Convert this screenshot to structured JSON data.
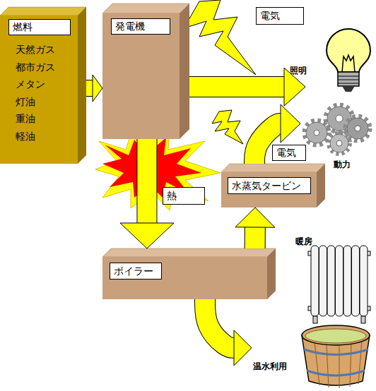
{
  "diagram": {
    "nodes": [
      {
        "text": [
          "燃料",
          "天然ガス",
          "都市ガス",
          "メタン",
          "灯油",
          "重油",
          "軽油"
        ]
      },
      {
        "text": [
          "発電機"
        ]
      },
      {
        "text": [
          "電気"
        ]
      },
      {
        "text": [
          "照明"
        ]
      },
      {
        "text": [
          "動力"
        ]
      },
      {
        "text": [
          "電気"
        ]
      },
      {
        "text": [
          "熱"
        ]
      },
      {
        "text": [
          "水蒸気タービン"
        ]
      },
      {
        "text": [
          "暖房"
        ]
      },
      {
        "text": [
          "ボイラー"
        ]
      },
      {
        "text": [
          "温水利用"
        ]
      }
    ],
    "edges": [
      {
        "from": 0,
        "to": 1,
        "arrow": "to"
      },
      {
        "from": 1,
        "to": 3,
        "arrow": "to"
      },
      {
        "from": 1,
        "to": 9,
        "arrow": "to"
      },
      {
        "from": 9,
        "to": 7,
        "arrow": "to"
      },
      {
        "from": 7,
        "to": 4,
        "arrow": "to"
      },
      {
        "from": 9,
        "to": 10,
        "arrow": "to"
      }
    ]
  }
}
